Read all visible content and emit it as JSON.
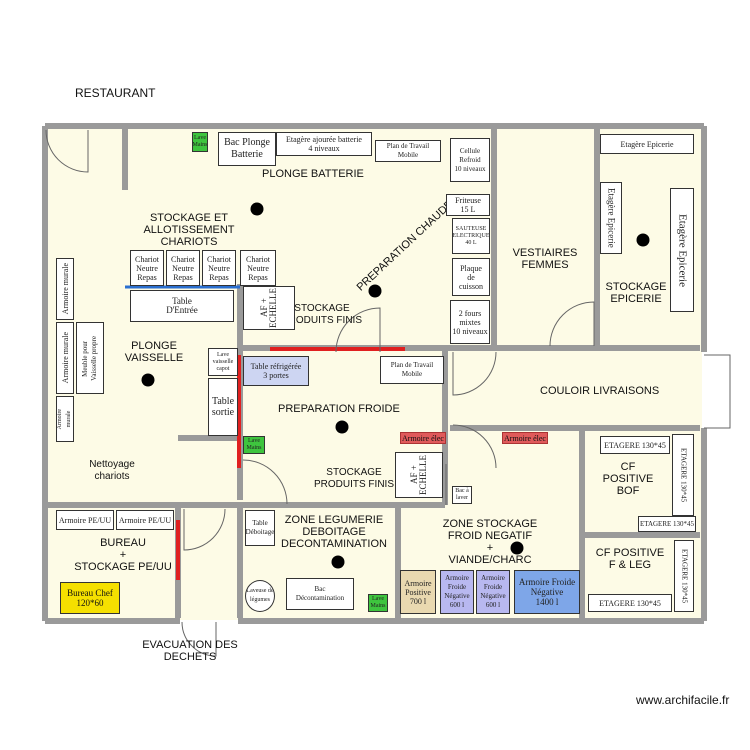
{
  "header": {
    "title": "RESTAURANT"
  },
  "rooms": {
    "plonge_batterie": "PLONGE BATTERIE",
    "stockage_allotissement": "STOCKAGE ET\nALLOTISSEMENT\nCHARIOTS",
    "preparation_chaude": "PREPARATION CHAUDE",
    "vestiaires_femmes": "VESTIAIRES\nFEMMES",
    "stockage_epicerie": "STOCKAGE\nEPICERIE",
    "plonge_vaisselle": "PLONGE\nVAISSELLE",
    "stockage_produits_finis_1": "STOCKAGE\nPRODUITS FINIS",
    "couloir_livraisons": "COULOIR LIVRAISONS",
    "preparation_froide": "PREPARATION FROIDE",
    "cf_positive_bof": "CF POSITIVE\nBOF",
    "nettoyage_chariots": "Nettoyage\nchariots",
    "stockage_produits_finis_2": "STOCKAGE\nPRODUITS FINIS",
    "zone_legumerie": "ZONE LEGUMERIE\nDEBOITAGE\nDECONTAMINATION",
    "zone_stockage_froid": "ZONE STOCKAGE\nFROID NEGATIF\n+\nVIANDE/CHARC",
    "cf_positive_fleg": "CF POSITIVE\nF & LEG",
    "bureau": "BUREAU\n+\nSTOCKAGE PE/UU",
    "evacuation": "EVACUATION DES\nDECHETS"
  },
  "equipment": {
    "lave_mains_1": "Lave\nMains",
    "bac_plonge": "Bac Plonge\nBatterie",
    "etagere_ajouree": "Etagère ajourée batterie\n4 niveaux",
    "plan_travail_1": "Plan de Travail Mobile",
    "cellule": "Cellule\nRefroid\n10 niveaux",
    "etagere_epicerie_top": "Etagère Epicerie",
    "etagere_epicerie_left": "Etagère Epicerie",
    "etagere_epicerie_right": "Etagère Epicerie",
    "friteuse": "Friteuse\n15 L",
    "sauteuse": "SAUTEUSE\nELECTRIQUE\n40 L",
    "plaque": "Plaque\nde\ncuisson",
    "four": "2 fours mixtes\n10 niveaux",
    "chariot_1": "Chariot\nNeutre\nRepas",
    "chariot_2": "Chariot\nNeutre\nRepas",
    "chariot_3": "Chariot\nNeutre\nRepas",
    "chariot_4": "Chariot\nNeutre\nRepas",
    "table_entree": "Table\nD'Entrée",
    "af_echelle_1": "AF +\nECHELLE",
    "armoire_murale_1": "Armoire murale",
    "armoire_murale_2": "Armoire murale",
    "meuble_vaisselle": "Meuble pour\nVaisselle propre",
    "armoire_small": "Armoire\nmurale",
    "lave_vaisselle": "Lave\nvaisselle\ncapot",
    "table_sortie": "Table\nsortie",
    "table_refrigeree": "Table réfrigérée\n3 portes",
    "plan_travail_2": "Plan de Travail Mobile",
    "armoire_elec_1": "Armoire élec",
    "armoire_elec_2": "Armoire élec",
    "lave_mains_2": "Lave\nMains",
    "af_echelle_2": "AF +\nECHELLE",
    "etagere_bof_top": "ETAGERE 130*45",
    "etagere_bof_side": "ETAGERE 130*45",
    "etagere_bof_bottom": "ETAGERE 130*45",
    "bac_small": "Bac à\nlaver",
    "armoire_pe_1": "Armoire PE/UU",
    "armoire_pe_2": "Armoire PE/UU",
    "table_deboitage": "Table\nDéboitage",
    "bureau_chef": "Bureau Chef\n120*60",
    "laveuse": "Laveuse de\nlégumes",
    "bac_decontamination": "Bac\nDécontamination",
    "lave_mains_3": "Lave\nMains",
    "armoire_positive": "Armoire\nPositive\n700 l",
    "armoire_neg_1": "Armoire\nFroide\nNégative\n600 l",
    "armoire_neg_2": "Armoire\nFroide\nNégative\n600 l",
    "armoire_neg_large": "Armoire Froide\nNégative\n1400 l",
    "etagere_fleg_bottom": "ETAGERE 130*45",
    "etagere_fleg_side": "ETAGERE 130*45"
  },
  "footer": {
    "watermark": "www.archifacile.fr"
  },
  "colors": {
    "wall": "#9a9a9a",
    "floor": "#fdfbe6",
    "hallway": "#fdfbe6",
    "red_wall": "#e02020",
    "blue_wall": "#2a6fd0"
  }
}
